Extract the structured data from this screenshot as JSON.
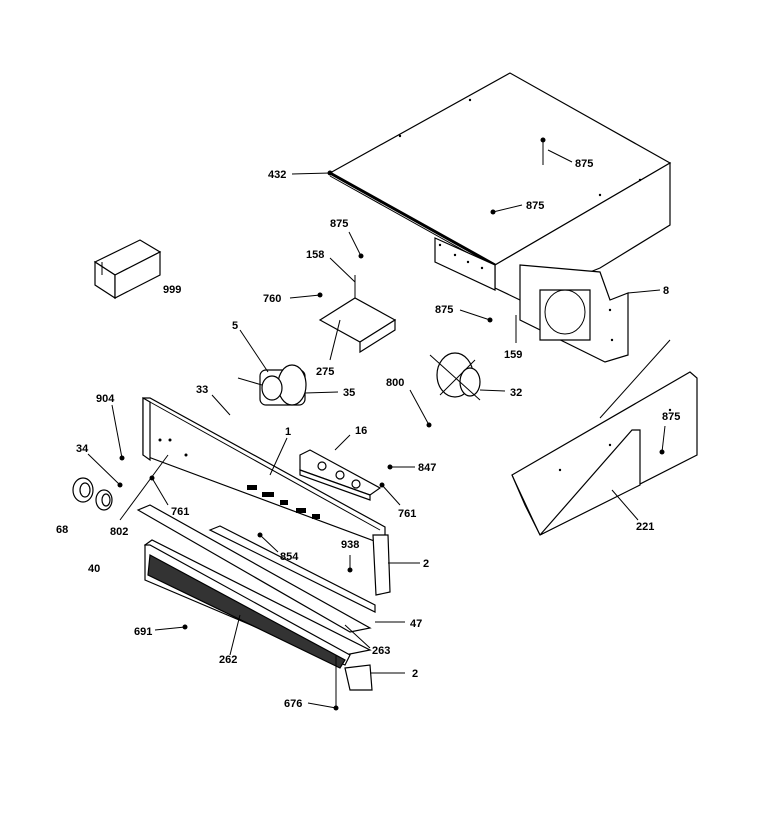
{
  "labels": {
    "l432": "432",
    "l875a": "875",
    "l875b": "875",
    "l875c": "875",
    "l875d": "875",
    "l875e": "875",
    "l999": "999",
    "l158": "158",
    "l760": "760",
    "l8": "8",
    "l5": "5",
    "l275": "275",
    "l159": "159",
    "l33": "33",
    "l35": "35",
    "l800": "800",
    "l32": "32",
    "l904": "904",
    "l1": "1",
    "l16": "16",
    "l34": "34",
    "l847": "847",
    "l68": "68",
    "l802": "802",
    "l761a": "761",
    "l761b": "761",
    "l221": "221",
    "l40": "40",
    "l854": "854",
    "l938": "938",
    "l2a": "2",
    "l47": "47",
    "l691": "691",
    "l263": "263",
    "l262": "262",
    "l2b": "2",
    "l676": "676"
  }
}
